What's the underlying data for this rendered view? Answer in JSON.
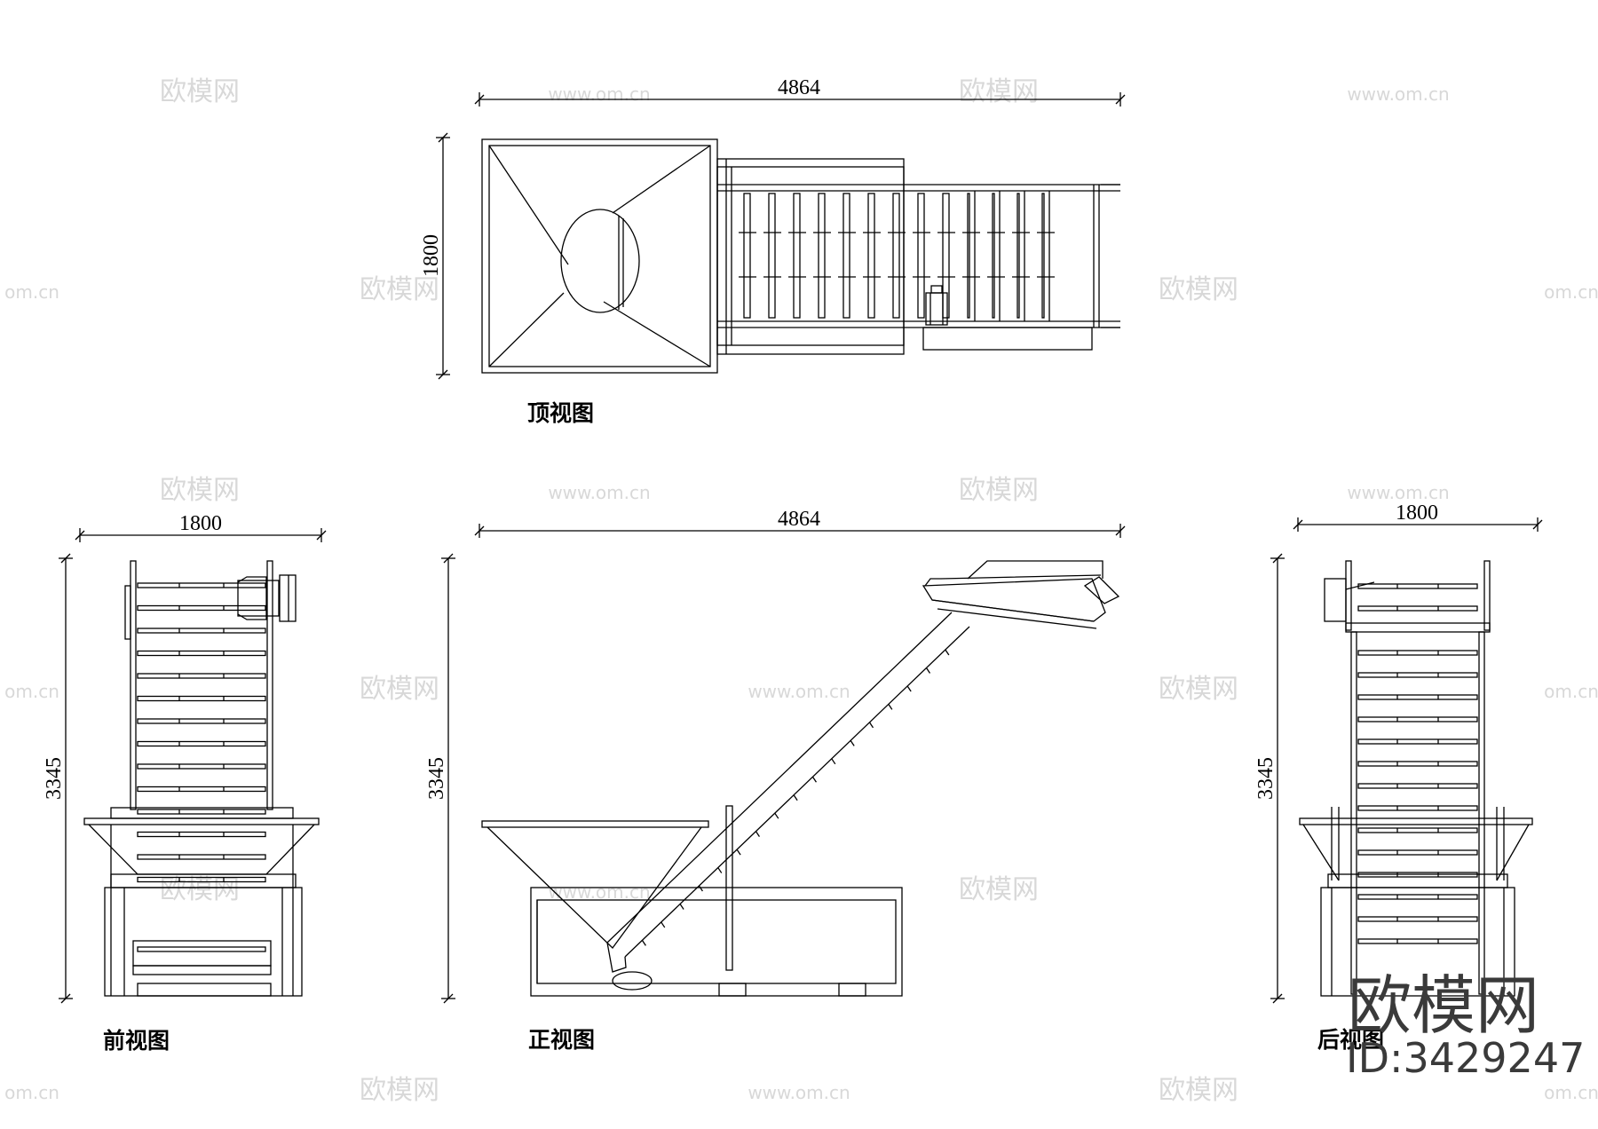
{
  "dimensions": {
    "top_width": "4864",
    "top_height": "1800",
    "front_width": "1800",
    "front_height": "3345",
    "side_width": "4864",
    "side_height": "3345",
    "back_width": "1800",
    "back_height": "3345"
  },
  "labels": {
    "top_view": "顶视图",
    "front_view": "前视图",
    "side_view": "正视图",
    "back_view": "后视图"
  },
  "watermark": {
    "logo_text": "欧模网",
    "url_text": "www.om.cn",
    "url_fragment": "om.cn",
    "brand_logo": "欧模网",
    "brand_id": "ID:3429247"
  },
  "colors": {
    "line": "#000000",
    "watermark": "#d8d8d8",
    "brand": "#3a3a3a"
  }
}
